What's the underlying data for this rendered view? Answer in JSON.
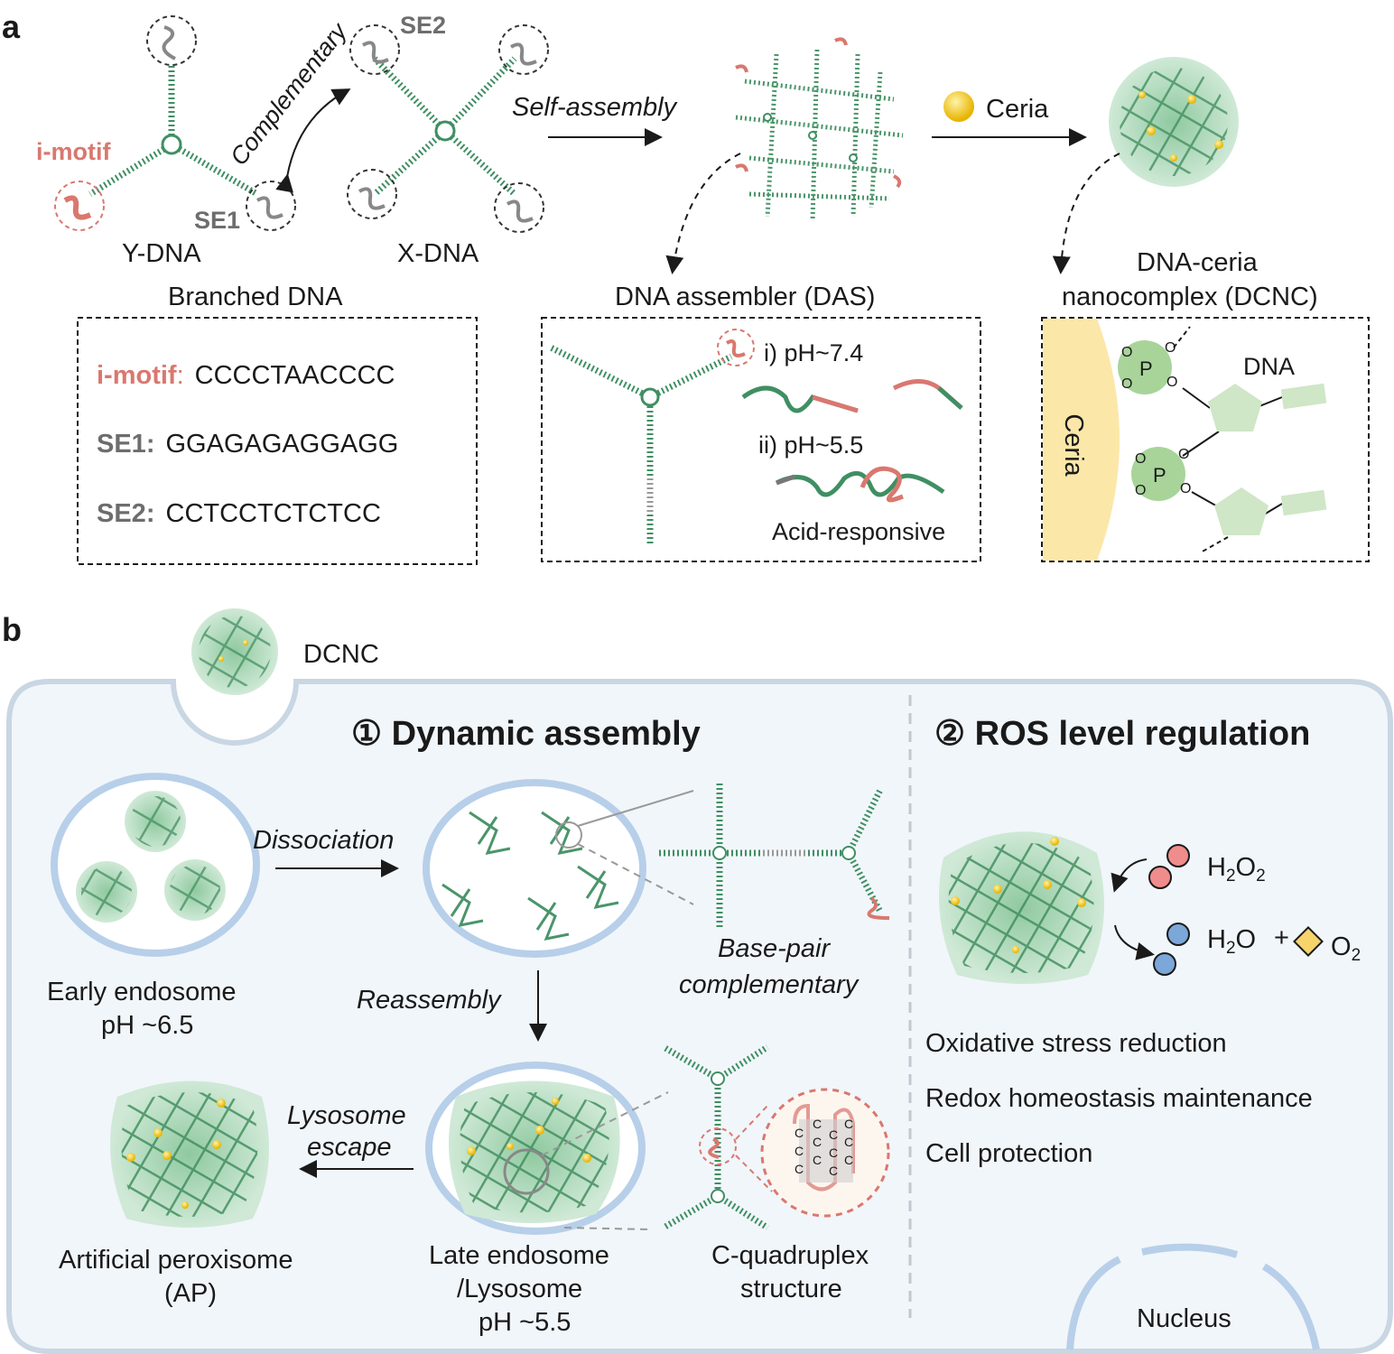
{
  "panel_a": {
    "label": "a",
    "branched": {
      "imotif_label": "i-motif",
      "complementary_label": "Complementary",
      "se1": "SE1",
      "se2": "SE2",
      "y_dna": "Y-DNA",
      "x_dna": "X-DNA",
      "title": "Branched DNA",
      "seq": [
        {
          "name": "i-motif",
          "colon": ":",
          "value": "CCCCTAACCCC"
        },
        {
          "name": "SE1",
          "colon": ":",
          "value": "GGAGAGAGGAGG"
        },
        {
          "name": "SE2",
          "colon": ":",
          "value": "CCTCCTCTCTCC"
        }
      ]
    },
    "self_assembly": "Self-assembly",
    "ceria_arrow": "Ceria",
    "das": {
      "title": "DNA assembler (DAS)",
      "ph1": "i) pH~7.4",
      "ph2": "ii) pH~5.5",
      "acid": "Acid-responsive"
    },
    "dcnc": {
      "title1": "DNA-ceria",
      "title2": "nanocomplex (DCNC)",
      "ceria": "Ceria",
      "dna": "DNA",
      "p": "P",
      "o": "O"
    }
  },
  "panel_b": {
    "label": "b",
    "dcnc": "DCNC",
    "section1": "① Dynamic assembly",
    "section2": "② ROS level regulation",
    "dissociation": "Dissociation",
    "reassembly": "Reassembly",
    "lysosome_escape1": "Lysosome",
    "lysosome_escape2": "escape",
    "early1": "Early endosome",
    "early2": "pH ~6.5",
    "base_pair1": "Base-pair",
    "base_pair2": "complementary",
    "late1": "Late endosome",
    "late2": "/Lysosome",
    "late3": "pH ~5.5",
    "cquad1": "C-quadruplex",
    "cquad2": "structure",
    "ap1": "Artificial peroxisome",
    "ap2": "(AP)",
    "h2o2": "H2O2",
    "h2o": "H2O",
    "plus": "+",
    "o2": "O2",
    "effects": [
      "Oxidative  stress reduction",
      "Redox  homeostasis maintenance",
      "Cell protection"
    ],
    "nucleus": "Nucleus",
    "c_letter": "C"
  },
  "colors": {
    "dna_green": "#3f8f63",
    "imotif_red": "#d9786f",
    "cell_fill": "#f1f6fa",
    "cell_border": "#c9d6e3",
    "ceria_yellow": "#fbe7a8",
    "h2o2_red": "#f08c8c",
    "h2o_blue": "#7ba7d9",
    "o2_yellow": "#f6d36b"
  }
}
